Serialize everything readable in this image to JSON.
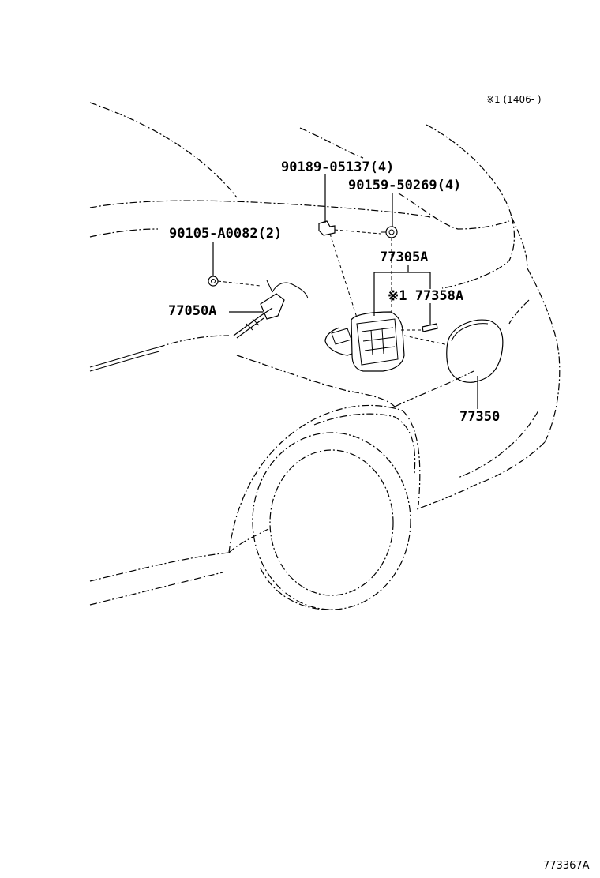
{
  "note": "※1 (1406-      )",
  "part_numbers": {
    "screw_4": "90189-05137(4)",
    "bolt_4": "90159-50269(4)",
    "clip_2": "90105-A0082(2)",
    "cable": "77050A",
    "housing": "77305A",
    "hinge": "※1 77358A",
    "lid": "77350"
  },
  "figure_id": "773367A"
}
